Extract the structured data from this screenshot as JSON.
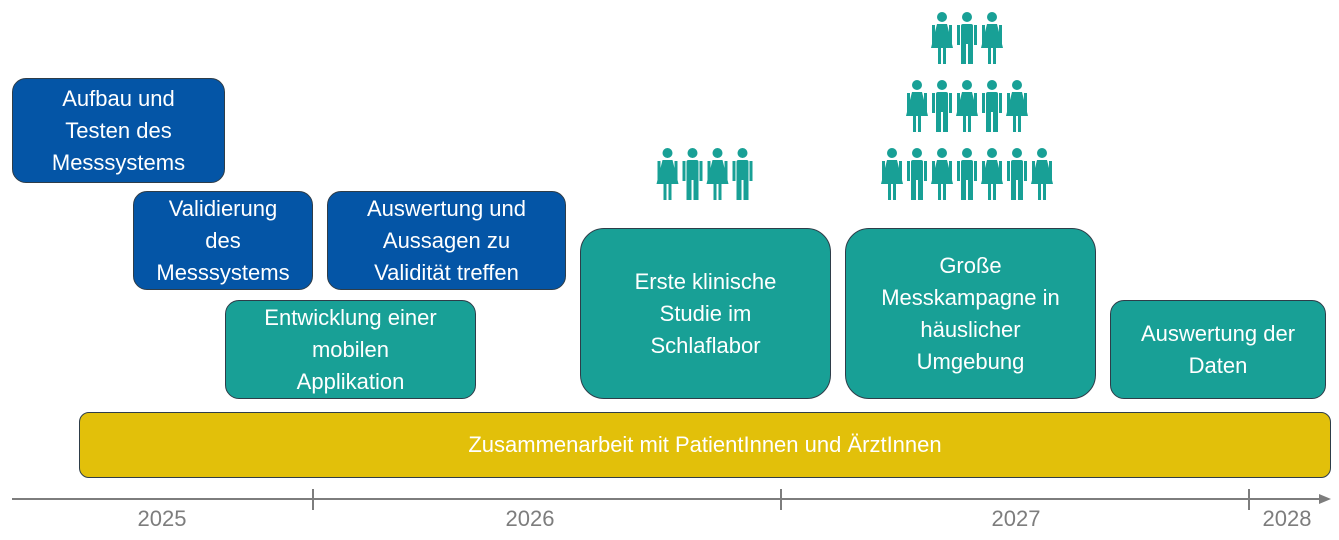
{
  "phases": {
    "aufbau": "Aufbau und\nTesten des\nMesssystems",
    "validierung": "Validierung\ndes\nMesssystems",
    "auswertung_validitaet": "Auswertung und\nAussagen zu\nValidität treffen",
    "entwicklung_app": "Entwicklung einer\nmobilen\nApplikation",
    "klinische_studie": "Erste klinische\nStudie im\nSchlaflabor",
    "messkampagne": "Große\nMesskampagne in\nhäuslicher\nUmgebung",
    "auswertung_daten": "Auswertung der\nDaten"
  },
  "band": {
    "label": "Zusammenarbeit mit PatientInnen und ÄrztInnen"
  },
  "timeline": {
    "years": [
      "2025",
      "2026",
      "2027",
      "2028"
    ]
  },
  "people_groups": {
    "klinische_studie": {
      "rows": [
        4
      ]
    },
    "messkampagne": {
      "rows": [
        3,
        5,
        7
      ]
    }
  },
  "colors": {
    "blue": "#0455a6",
    "teal": "#18a096",
    "yellow": "#e2c00a",
    "axis": "#7d7d7d"
  }
}
